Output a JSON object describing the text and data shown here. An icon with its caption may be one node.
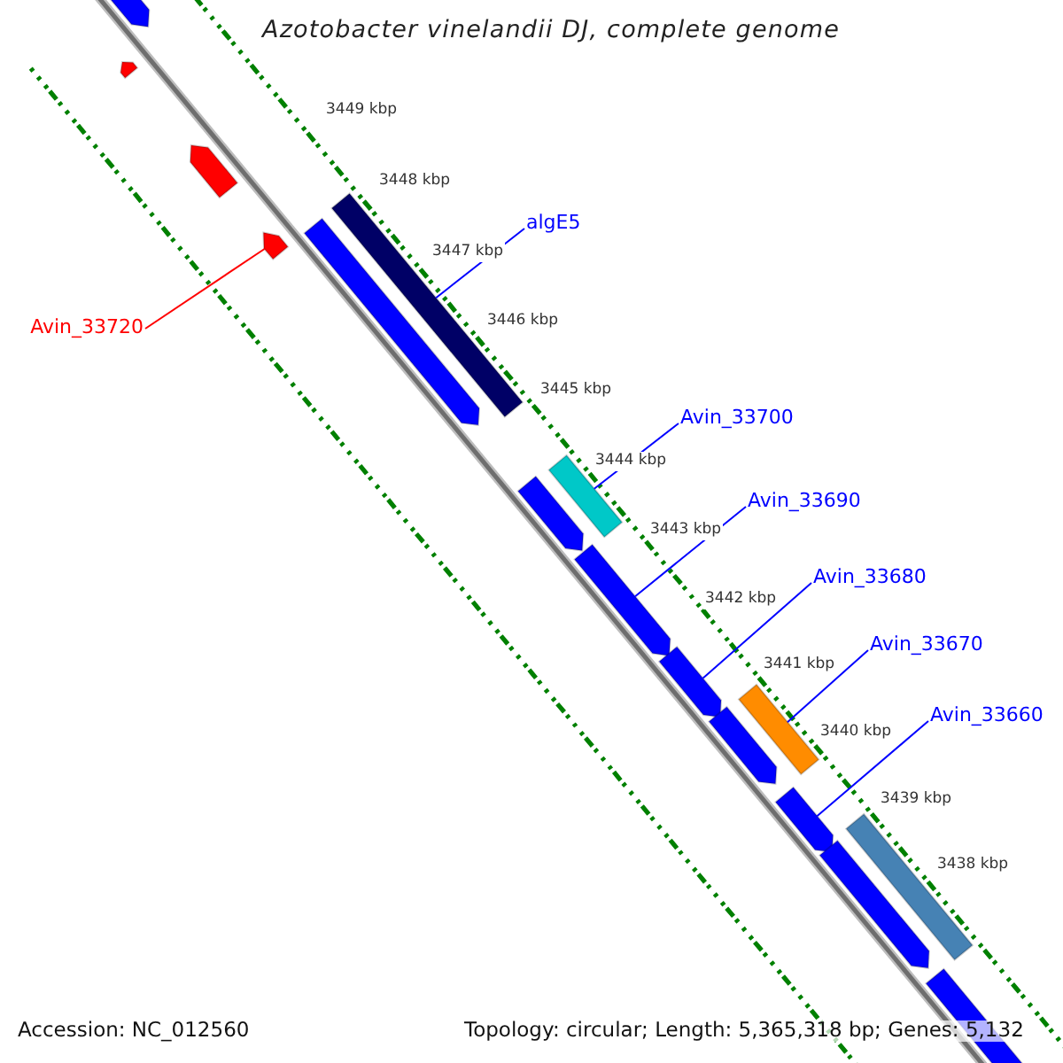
{
  "diagram": {
    "title": "Azotobacter vinelandii DJ, complete genome",
    "nodes": [
      {
        "text": [
          "algE5"
        ]
      },
      {
        "text": [],
        "shape": "bar"
      },
      {
        "text": [
          "Avin_33700"
        ]
      },
      {
        "text": [],
        "shape": "bar"
      },
      {
        "text": [
          "Avin_33690"
        ]
      },
      {
        "text": [],
        "shape": "pentagon"
      },
      {
        "text": [
          "Avin_33680"
        ]
      },
      {
        "text": [],
        "shape": "pentagon"
      },
      {
        "text": [
          "Avin_33670"
        ]
      },
      {
        "text": [],
        "shape": "bar"
      },
      {
        "text": [
          "Avin_33660"
        ]
      },
      {
        "text": [],
        "shape": "pentagon"
      },
      {
        "text": [
          "Avin_33720"
        ]
      },
      {
        "text": [],
        "shape": "pentagon"
      },
      {
        "text": [],
        "shape": "pentagon"
      },
      {
        "text": [],
        "shape": "pentagon"
      },
      {
        "text": [],
        "shape": "pentagon"
      },
      {
        "text": [],
        "shape": "pentagon"
      },
      {
        "text": [],
        "shape": "pentagon"
      },
      {
        "text": [],
        "shape": "pentagon"
      },
      {
        "text": [],
        "shape": "bar"
      },
      {
        "text": [],
        "shape": "pentagon"
      },
      {
        "text": [],
        "shape": "pentagon"
      }
    ],
    "edges": [
      {
        "from": 0,
        "to": 1,
        "arrow": "none"
      },
      {
        "from": 2,
        "to": 3,
        "arrow": "none"
      },
      {
        "from": 4,
        "to": 5,
        "arrow": "none"
      },
      {
        "from": 6,
        "to": 7,
        "arrow": "none"
      },
      {
        "from": 8,
        "to": 9,
        "arrow": "none"
      },
      {
        "from": 10,
        "to": 11,
        "arrow": "none"
      },
      {
        "from": 12,
        "to": 13,
        "arrow": "none",
        "color": "#ff0000"
      }
    ],
    "labels": [
      "3449 kbp",
      "3448 kbp",
      "3447 kbp",
      "3446 kbp",
      "3445 kbp",
      "3444 kbp",
      "3443 kbp",
      "3442 kbp",
      "3441 kbp",
      "3440 kbp",
      "3439 kbp",
      "3438 kbp",
      "Accession: NC_012560",
      "Topology: circular; Length: 5,365,318 bp; Genes: 5,132"
    ]
  }
}
